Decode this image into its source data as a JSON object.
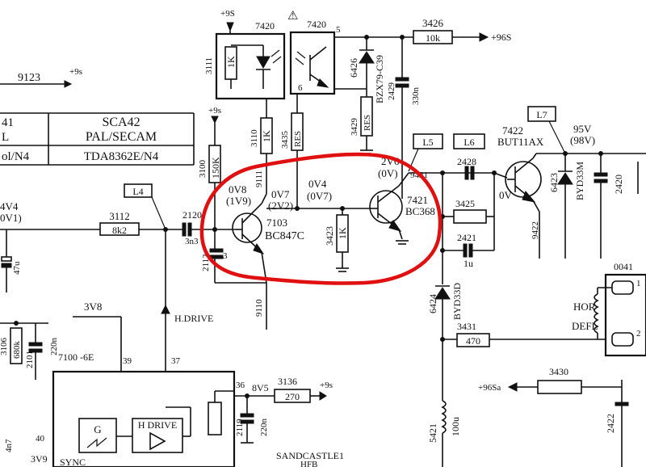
{
  "ic_table": {
    "row1_left": "41",
    "row1_right": "SCA42",
    "row2_left": "L",
    "row2_right": "PAL/SECAM",
    "row3_left": "ol/N4",
    "row3_right": "TDA8362E/N4"
  },
  "supplies": {
    "plus9s_top": "+9S",
    "plus9s_3100": "+9s",
    "plus9s_left": "+9s",
    "plus96s": "+96S",
    "plus9s_3136": "+9s",
    "plus96sa": "+96Sa",
    "v95": "95V",
    "v98": "(98V)"
  },
  "labels": {
    "opto1": "7420",
    "opto2": "7420",
    "opto_pin5": "5",
    "opto_pin6": "6",
    "net9123": "9123",
    "v4v4": "4V4",
    "v0v1": "0V1)",
    "L4": "L4",
    "L5": "L5",
    "L6": "L6",
    "L7": "L7",
    "q7103_v1": "0V8",
    "q7103_v2": "(1V9)",
    "q7103_v3": "0V7",
    "q7103_v4": "(2V2)",
    "q7103_ref": "7103",
    "q7103_type": "BC847C",
    "q7421_v1": "0V4",
    "q7421_v2": "(0V7)",
    "q7421_v3": "2V6",
    "q7421_v4": "(0V)",
    "q7421_ref": "7421",
    "q7421_type": "BC368",
    "q7422_ref": "7422",
    "q7422_type": "BUT11AX",
    "q7422_v": "0V",
    "net9111": "9111",
    "net9421": "9421",
    "net9422": "9422",
    "net9110": "9110",
    "zener_ref": "6426",
    "zener_type": "BZX79-C39",
    "d6423_ref": "6423",
    "d6423_type": "BYD33M",
    "d6424_ref": "6424",
    "d6424_type": "BYD33D",
    "hdrive_net": "H.DRIVE",
    "v3v8": "3V8",
    "ic7100": "7100 -6E",
    "pin39": "39",
    "pin37": "37",
    "pin36": "36",
    "pin40": "40",
    "v8v5": "8V5",
    "v3v9": "3V9",
    "sync": "SYNC",
    "g_block": "G",
    "hdrive_block": "H DRIVE",
    "sandcastle": "SANDCASTLE1",
    "hfb": "HFB",
    "conn0041": "0041",
    "hor": "HOR",
    "defl": "DEFL",
    "pin1": "1",
    "pin2": "2",
    "c4n7": "4n7"
  },
  "components": {
    "r3426": "3426",
    "r3426_val": "10k",
    "r3111": "3111",
    "r3111_val": "1K",
    "r3110": "3110",
    "r3110_val": "1K",
    "r3435": "3435",
    "r3435_val": "RES",
    "r3429": "3429",
    "r3429_val": "RES",
    "c2429": "2429",
    "c2429_val": "330n",
    "r3100": "3100",
    "r3100_val": "150K",
    "r3112": "3112",
    "r3112_val": "8k2",
    "c2120": "2120",
    "c2120_val": "3n3",
    "c2112": "2112",
    "c2112_val": "3",
    "r3423": "3423",
    "r3423_val": "1K",
    "c2428": "2428",
    "r3425": "3425",
    "c2421": "2421",
    "c2421_val": "1u",
    "c2420": "2420",
    "r3431": "3431",
    "r3431_val": "470",
    "r3430": "3430",
    "r3136": "3136",
    "r3136_val": "270",
    "c2119": "2119",
    "c2119_val": "220n",
    "r3106": "3106",
    "r3106_val": "680k",
    "c2101": "2101",
    "c2101_val": "220n",
    "l5421": "5421",
    "l5421_val": "100u",
    "c2422": "2422",
    "c_left_val": "47u"
  }
}
